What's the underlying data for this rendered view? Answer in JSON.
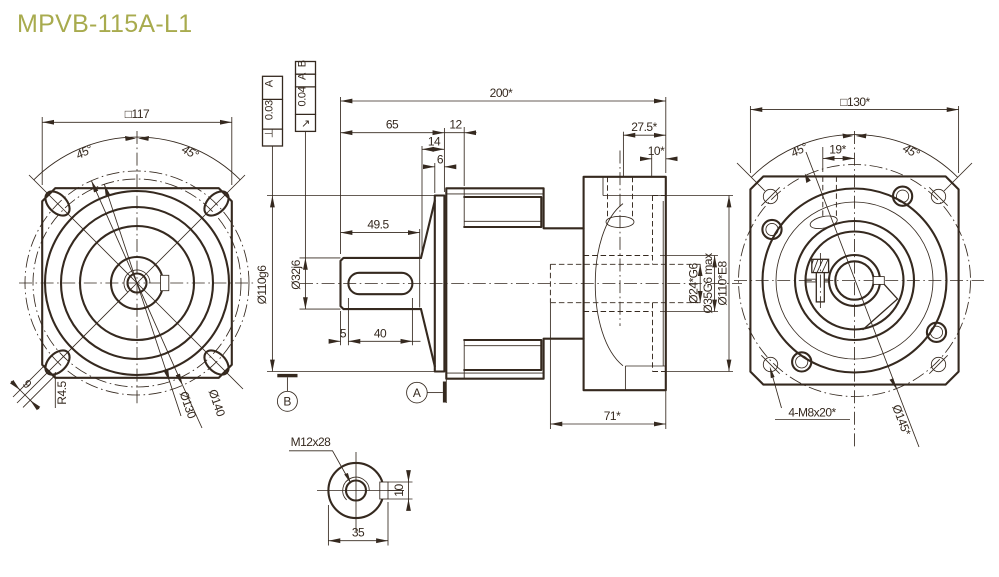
{
  "title": "MPVB-115A-L1",
  "accent_color": "#a8ab4e",
  "line_color": "#35291f",
  "front_view": {
    "square_dim": "□117",
    "angle_left": "45°",
    "angle_right": "45°",
    "slot_width": "9",
    "slot_radius": "R4.5",
    "bolt_circle_1": "Ø130",
    "bolt_circle_2": "Ø140"
  },
  "side_view": {
    "overall_length": "200*",
    "shaft_length": "65",
    "flange_thickness": "12",
    "pilot_length": "14",
    "pilot_plate": "6",
    "key_total": "49.5",
    "key_offset": "5",
    "key_length": "40",
    "rear_flange": "27.5*",
    "register_depth": "10*",
    "cavity_depth": "71*",
    "pilot_dia": "Ø110g6",
    "shaft_dia": "Ø32j6",
    "bore_dia": "Ø24*G6",
    "bore_max": "Ø35G6 max",
    "register_dia": "Ø110*E8",
    "datum_a": "A",
    "datum_b": "B",
    "fcf1": {
      "symbol": "⊥",
      "tolerance": "0.03",
      "datum": "A"
    },
    "fcf2": {
      "symbol": "↗",
      "tolerance": "0.04",
      "datum1": "A",
      "datum2": "B"
    }
  },
  "rear_view": {
    "square_dim": "□130*",
    "angle_left": "45°",
    "angle_right": "45°",
    "screw_angle": "19*",
    "tapped_holes": "4-M8x20*",
    "bolt_circle": "Ø145*"
  },
  "shaft_end_view": {
    "tapped_hole": "M12x28",
    "shaft_width": "35",
    "key_width": "10"
  }
}
